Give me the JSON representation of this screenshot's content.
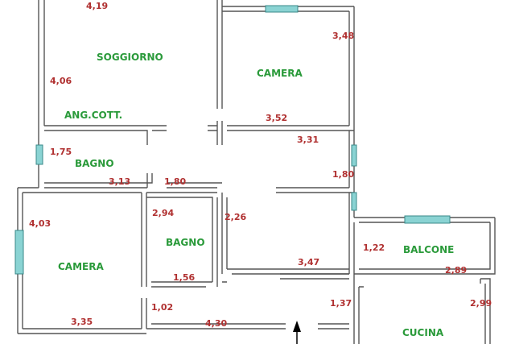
{
  "colors": {
    "room_label": "#2a9a3a",
    "dimension_label": "#b03030",
    "wall": "#555555",
    "window": "#8ad3d3"
  },
  "rooms": {
    "soggiorno": "SOGGIORNO",
    "ang_cott": "ANG.COTT.",
    "camera_top": "CAMERA",
    "bagno_top": "BAGNO",
    "camera_left": "CAMERA",
    "bagno_mid": "BAGNO",
    "balcone": "BALCONE",
    "cucina": "CUCINA"
  },
  "dimensions": {
    "d_4_19": "4,19",
    "d_3_48": "3,48",
    "d_4_06": "4,06",
    "d_3_52": "3,52",
    "d_3_31": "3,31",
    "d_1_75": "1,75",
    "d_3_13": "3,13",
    "d_1_80_a": "1,80",
    "d_1_80_b": "1,80",
    "d_4_03": "4,03",
    "d_2_94": "2,94",
    "d_2_26": "2,26",
    "d_1_22": "1,22",
    "d_3_47": "3,47",
    "d_2_89": "2,89",
    "d_1_56": "1,56",
    "d_1_02": "1,02",
    "d_1_37": "1,37",
    "d_2_99": "2,99",
    "d_3_35": "3,35",
    "d_4_30": "4,30"
  },
  "entrance_marker_icon": "up-arrow-icon"
}
